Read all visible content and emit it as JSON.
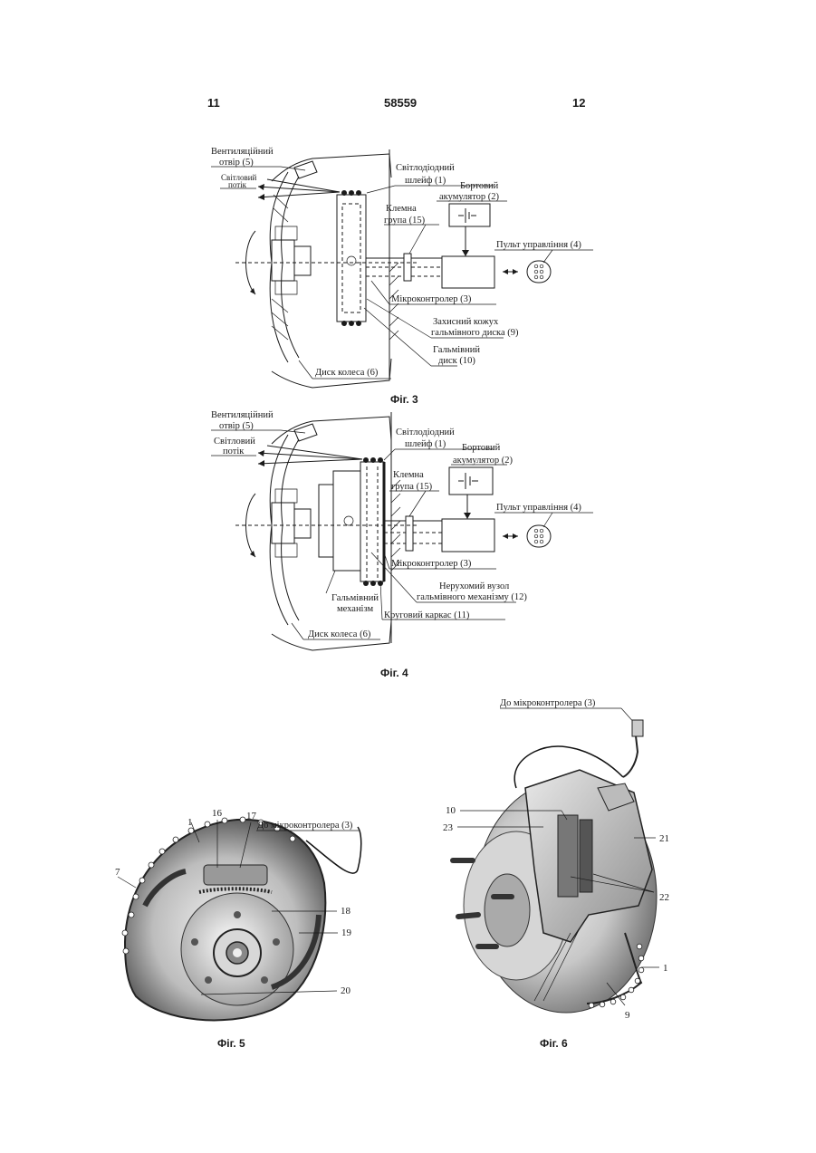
{
  "header": {
    "left_page": "11",
    "doc_number": "58559",
    "right_page": "12"
  },
  "fig3": {
    "caption": "Фіг. 3",
    "labels": {
      "vent_1": "Вентиляційний",
      "vent_2": "отвір (5)",
      "light_1": "Світловий",
      "light_2": "потік",
      "led_1": "Світлодіодний",
      "led_2": "шлейф (1)",
      "batt_1": "Бортовий",
      "batt_2": "акумулятор (2)",
      "term_1": "Клемна",
      "term_2": "група (15)",
      "remote": "Пульт управління (4)",
      "mcu": "Мікроконтролер (3)",
      "cover_1": "Захисний кожух",
      "cover_2": "гальмівного диска (9)",
      "disc_1": "Гальмівний",
      "disc_2": "диск (10)",
      "wheel": "Диск колеса (6)"
    }
  },
  "fig4": {
    "caption": "Фіг. 4",
    "labels": {
      "vent_1": "Вентиляційний",
      "vent_2": "отвір (5)",
      "light_1": "Світловий",
      "light_2": "потік",
      "led_1": "Світлодіодний",
      "led_2": "шлейф (1)",
      "batt_1": "Бортовий",
      "batt_2": "акумулятор (2)",
      "term_1": "Клемна",
      "term_2": "група (15)",
      "remote": "Пульт управління (4)",
      "mcu": "Мікроконтролер (3)",
      "fixed_1": "Нерухомий вузол",
      "fixed_2": "гальмівного механізму (12)",
      "mech_1": "Гальмівний",
      "mech_2": "механізм",
      "frame": "Круговий каркас (11)",
      "wheel": "Диск колеса (6)"
    }
  },
  "fig5": {
    "caption": "Фіг. 5",
    "labels": {
      "to_mcu": "До мікроконтролера (3)",
      "n1": "1",
      "n7": "7",
      "n16": "16",
      "n17": "17",
      "n18": "18",
      "n19": "19",
      "n20": "20"
    }
  },
  "fig6": {
    "caption": "Фіг. 6",
    "labels": {
      "to_mcu": "До мікроконтролера (3)",
      "n10": "10",
      "n23": "23",
      "n21": "21",
      "n22": "22",
      "n1": "1",
      "n9": "9"
    }
  }
}
